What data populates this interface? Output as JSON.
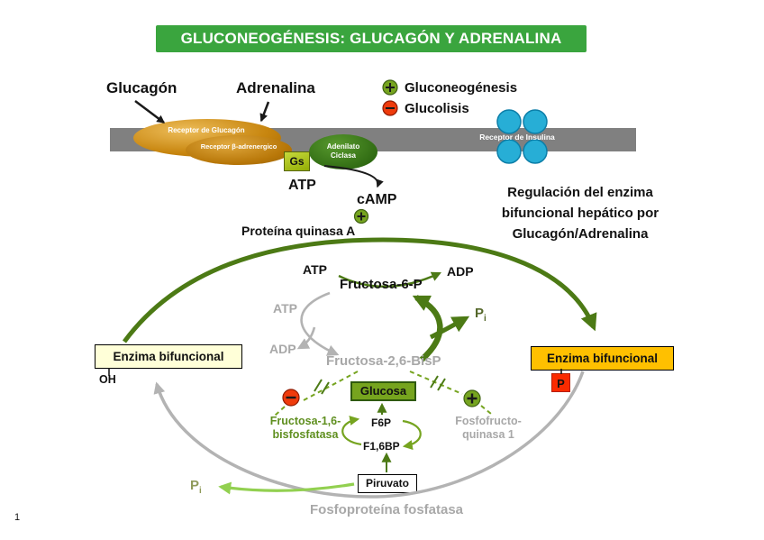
{
  "page_number": "1",
  "title": "GLUCONEOGÉNESIS: GLUCAGÓN Y ADRENALINA",
  "legend": {
    "gluconeogenesis": "Gluconeogénesis",
    "glucolisis": "Glucolisis"
  },
  "hormones": {
    "glucagon": "Glucagón",
    "adrenalina": "Adrenalina"
  },
  "membrane": {
    "receptor_glucagon": "Receptor de Glucagón",
    "receptor_beta": "Receptor β-adrenergico",
    "gs_label": "Gs",
    "adenilato_line1": "Adenilato",
    "adenilato_line2": "Ciclasa",
    "receptor_insulina": "Receptor de Insulina"
  },
  "signaling": {
    "atp": "ATP",
    "camp": "cAMP",
    "pka": "Proteína quinasa A"
  },
  "note": {
    "line1": "Regulación del enzima",
    "line2": "bifuncional hepático por",
    "line3": "Glucagón/Adrenalina"
  },
  "center": {
    "atp_dark": "ATP",
    "adp_dark": "ADP",
    "fructosa6p": "Fructosa-6-P",
    "atp_gray": "ATP",
    "adp_gray": "ADP",
    "fructosa26bp": "Fructosa-2,6-BisP",
    "pi_base": "P",
    "pi_sub": "i"
  },
  "enzyme_boxes": {
    "left_label": "Enzima bifuncional",
    "left_oh": "OH",
    "right_label": "Enzima bifuncional",
    "right_p": "P"
  },
  "lower": {
    "glucosa": "Glucosa",
    "f6p": "F6P",
    "f16bp": "F1,6BP",
    "fbpasa_line1": "Fructosa-1,6-",
    "fbpasa_line2": "bisfosfatasa",
    "pfk1_line1": "Fosfofructo-",
    "pfk1_line2": "quinasa 1",
    "piruvato": "Piruvato",
    "pi_base": "P",
    "pi_sub": "i",
    "fosfatasa": "Fosfoproteína fosfatasa"
  },
  "palette": {
    "title_green": "#3aa53e",
    "dark_green_arrow": "#4c7a15",
    "bright_green": "#76a420",
    "light_green_arrow": "#92d050",
    "gray_text": "#a8a8a8",
    "membrane_gray": "#808080",
    "receptor_orange": "#c8860f",
    "enzyme_yellow": "#ffffd8",
    "enzyme_orange": "#ffc000",
    "phosphate_red": "#fa2b00",
    "insulin_blue": "#27aed6"
  }
}
